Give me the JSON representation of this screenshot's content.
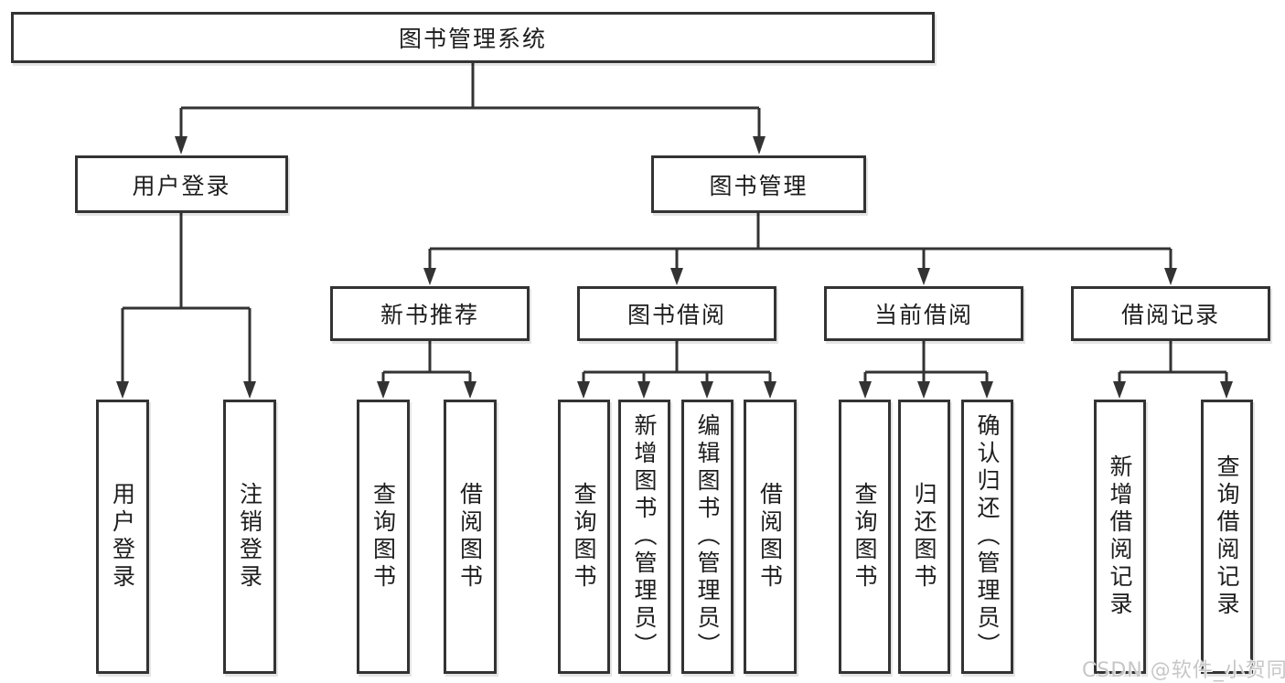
{
  "diagram": {
    "type": "hierarchy-tree",
    "root": {
      "label": "图书管理系统",
      "children": [
        {
          "label": "用户登录",
          "children": [
            {
              "label": "用户登录"
            },
            {
              "label": "注销登录"
            }
          ]
        },
        {
          "label": "图书管理",
          "children": [
            {
              "label": "新书推荐",
              "children": [
                {
                  "label": "查询图书"
                },
                {
                  "label": "借阅图书"
                }
              ]
            },
            {
              "label": "图书借阅",
              "children": [
                {
                  "label": "查询图书"
                },
                {
                  "label": "新增图书（管理员）"
                },
                {
                  "label": "编辑图书（管理员）"
                },
                {
                  "label": "借阅图书"
                }
              ]
            },
            {
              "label": "当前借阅",
              "children": [
                {
                  "label": "查询图书"
                },
                {
                  "label": "归还图书"
                },
                {
                  "label": "确认归还（管理员）"
                }
              ]
            },
            {
              "label": "借阅记录",
              "children": [
                {
                  "label": "新增借阅记录"
                },
                {
                  "label": "查询借阅记录"
                }
              ]
            }
          ]
        }
      ]
    }
  },
  "watermark": {
    "text": "CSDN @软件_小贺同学"
  },
  "colors": {
    "line": "#333333",
    "box_border": "#333333",
    "text": "#1d1d1d",
    "watermark": "#c7c7c7",
    "background": "#ffffff"
  }
}
